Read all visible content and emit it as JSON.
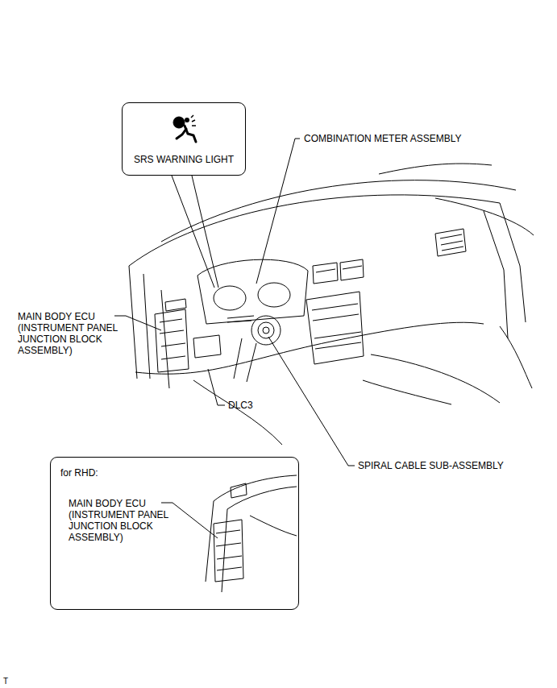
{
  "diagram": {
    "nodes": [
      {
        "text": [
          "SRS WARNING LIGHT"
        ]
      },
      {
        "text": [
          "for RHD:",
          "MAIN BODY ECU (INSTRUMENT PANEL JUNCTION BLOCK ASSEMBLY)"
        ]
      }
    ],
    "labels": [
      "COMBINATION METER ASSEMBLY",
      "MAIN BODY ECU (INSTRUMENT PANEL JUNCTION BLOCK ASSEMBLY)",
      "DLC3",
      "SPIRAL CABLE SUB-ASSEMBLY",
      "T"
    ]
  }
}
